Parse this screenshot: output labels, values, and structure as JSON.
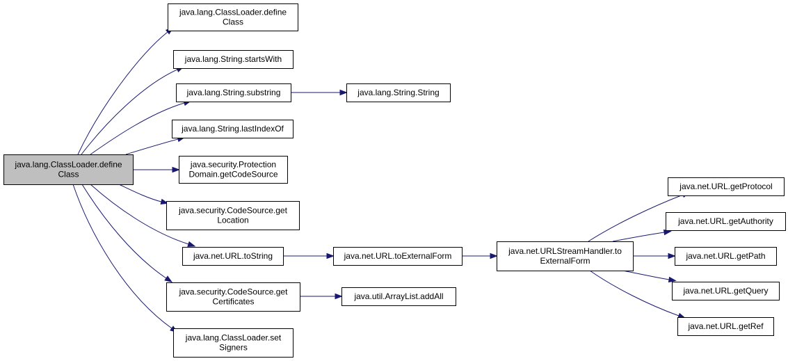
{
  "colors": {
    "edge": "#191970",
    "root_fill": "#bfbfbf",
    "node_fill": "#ffffff",
    "border": "#000000",
    "background": "#ffffff"
  },
  "nodes": [
    {
      "id": "root",
      "lines": [
        "java.lang.ClassLoader.define",
        "Class"
      ],
      "highlight": true
    },
    {
      "id": "n_define2",
      "lines": [
        "java.lang.ClassLoader.define",
        "Class"
      ]
    },
    {
      "id": "n_startsWith",
      "lines": [
        "java.lang.String.startsWith"
      ]
    },
    {
      "id": "n_substring",
      "lines": [
        "java.lang.String.substring"
      ]
    },
    {
      "id": "n_string",
      "lines": [
        "java.lang.String.String"
      ]
    },
    {
      "id": "n_lastIndexOf",
      "lines": [
        "java.lang.String.lastIndexOf"
      ]
    },
    {
      "id": "n_protection",
      "lines": [
        "java.security.Protection",
        "Domain.getCodeSource"
      ]
    },
    {
      "id": "n_location",
      "lines": [
        "java.security.CodeSource.get",
        "Location"
      ]
    },
    {
      "id": "n_urlToString",
      "lines": [
        "java.net.URL.toString"
      ]
    },
    {
      "id": "n_toExternalForm",
      "lines": [
        "java.net.URL.toExternalForm"
      ]
    },
    {
      "id": "n_handler",
      "lines": [
        "java.net.URLStreamHandler.to",
        "ExternalForm"
      ]
    },
    {
      "id": "n_certificates",
      "lines": [
        "java.security.CodeSource.get",
        "Certificates"
      ]
    },
    {
      "id": "n_addAll",
      "lines": [
        "java.util.ArrayList.addAll"
      ]
    },
    {
      "id": "n_setSigners",
      "lines": [
        "java.lang.ClassLoader.set",
        "Signers"
      ]
    },
    {
      "id": "n_getProtocol",
      "lines": [
        "java.net.URL.getProtocol"
      ]
    },
    {
      "id": "n_getAuthority",
      "lines": [
        "java.net.URL.getAuthority"
      ]
    },
    {
      "id": "n_getPath",
      "lines": [
        "java.net.URL.getPath"
      ]
    },
    {
      "id": "n_getQuery",
      "lines": [
        "java.net.URL.getQuery"
      ]
    },
    {
      "id": "n_getRef",
      "lines": [
        "java.net.URL.getRef"
      ]
    }
  ],
  "edges": [
    {
      "from": "root",
      "to": "n_define2"
    },
    {
      "from": "root",
      "to": "n_startsWith"
    },
    {
      "from": "root",
      "to": "n_substring"
    },
    {
      "from": "root",
      "to": "n_lastIndexOf"
    },
    {
      "from": "root",
      "to": "n_protection"
    },
    {
      "from": "root",
      "to": "n_location"
    },
    {
      "from": "root",
      "to": "n_urlToString"
    },
    {
      "from": "root",
      "to": "n_certificates"
    },
    {
      "from": "root",
      "to": "n_setSigners"
    },
    {
      "from": "n_substring",
      "to": "n_string"
    },
    {
      "from": "n_urlToString",
      "to": "n_toExternalForm"
    },
    {
      "from": "n_toExternalForm",
      "to": "n_handler"
    },
    {
      "from": "n_certificates",
      "to": "n_addAll"
    },
    {
      "from": "n_handler",
      "to": "n_getProtocol"
    },
    {
      "from": "n_handler",
      "to": "n_getAuthority"
    },
    {
      "from": "n_handler",
      "to": "n_getPath"
    },
    {
      "from": "n_handler",
      "to": "n_getQuery"
    },
    {
      "from": "n_handler",
      "to": "n_getRef"
    }
  ]
}
